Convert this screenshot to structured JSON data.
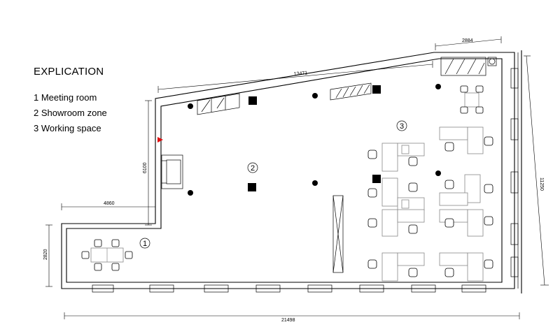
{
  "legend": {
    "title": "EXPLICATION",
    "items": [
      "1 Meeting room",
      "2 Showroom zone",
      "3 Working space"
    ]
  },
  "zones": [
    "1",
    "2",
    "3"
  ],
  "dimensions": {
    "top_right": "2884",
    "top_wall": "13471",
    "right_side": "11250",
    "left_upper": "6100",
    "left_step": "4860",
    "left_lower": "2820",
    "bottom": "21498"
  }
}
